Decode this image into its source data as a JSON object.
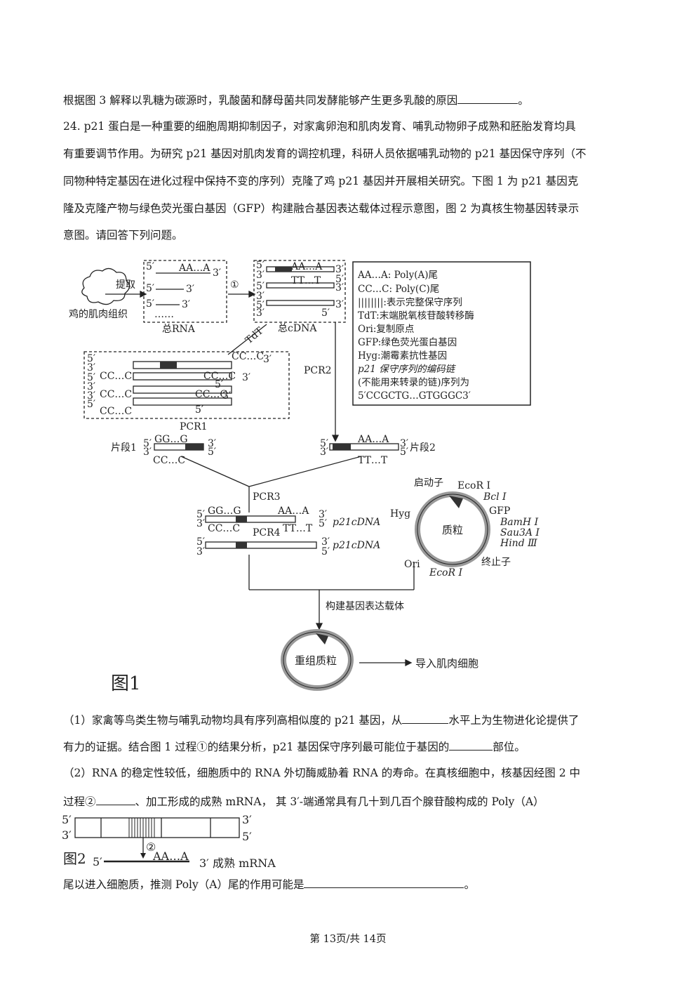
{
  "paragraphs": {
    "p1": "根据图 3 解释以乳糖为碳源时，乳酸菌和酵母菌共同发酵能够产生更多乳酸的原因",
    "p1_end": "。",
    "q24_line1": "24. p21 蛋白是一种重要的细胞周期抑制因子，对家禽卵泡和肌肉发育、哺乳动物卵子成熟和胚胎发育均具",
    "q24_line2": "有重要调节作用。为研究 p21 基因对肌肉发育的调控机理，科研人员依据哺乳动物的 p21 基因保守序列（不",
    "q24_line3": "同物种特定基因在进化过程中保持不变的序列）克隆了鸡 p21 基因并开展相关研究。下图 1 为 p21 基因克",
    "q24_line4": "隆及克隆产物与绿色荧光蛋白基因（GFP）构建融合基因表达载体过程示意图，图 2 为真核生物基因转录示",
    "q24_line5": "意图。请回答下列问题。",
    "s1_line1a": "（1）家禽等鸟类生物与哺乳动物均具有序列高相似度的 p21 基因，从",
    "s1_line1b": "水平上为生物进化论提供了",
    "s1_line2a": "有力的证据。结合图 1 过程①的结果分析，p21 基因保守序列最可能位于基因的",
    "s1_line2b": "部位。",
    "s2_line1": "（2）RNA 的稳定性较低，细胞质中的 RNA 外切酶威胁着 RNA 的寿命。在真核细胞中，核基因经图 2 中",
    "s2_line2a": "过程②",
    "s2_line2b": "、加工形成的成熟 mRNA， 其 3′-端通常具有几十到几百个腺苷酸构成的 Poly（A）",
    "s2_line3a": "尾以进入细胞质，推测 Poly（A）尾的作用可能是",
    "s2_line3b": "。"
  },
  "figure1": {
    "title": "图1",
    "legend": [
      "AA…A: Poly(A)尾",
      "CC…C: Poly(C)尾",
      "||||||||:表示完整保守序列",
      "TdT:末端脱氧核苷酸转移酶",
      "Ori:复制原点",
      "GFP:绿色荧光蛋白基因",
      "Hyg:潮霉素抗性基因",
      "p21 保守序列的编码链",
      "(不能用来转录的链)序列为",
      "5′CCGCTG…GTGGGC3′"
    ],
    "labels": {
      "tissue": "鸡的肌肉组织",
      "extract": "提取",
      "step1": "①",
      "total_rna": "总RNA",
      "total_cdna": "总cDNA",
      "tdt": "TdT",
      "pcr1": "PCR1",
      "pcr2": "PCR2",
      "pcr3": "PCR3",
      "pcr4": "PCR4",
      "fragment1": "片段1",
      "fragment2": "片段2",
      "p21cdna": "p21cDNA",
      "build_vector": "构建基因表达载体",
      "recombinant": "重组质粒",
      "import": "导入肌肉细胞",
      "plasmid": "质粒",
      "promoter": "启动子",
      "terminator": "终止子",
      "hyg": "Hyg",
      "ori": "Ori",
      "gfp": "GFP",
      "ecori": "EcoR Ⅰ",
      "bcli": "Bcl Ⅰ",
      "bamhi": "BamH Ⅰ",
      "sau3ai": "Sau3A Ⅰ",
      "hindiii": "Hind Ⅲ",
      "polyA": "AA…A",
      "polyT": "TT…T",
      "polyC": "CC…C",
      "polyG": "GG…G",
      "dots": "……",
      "five": "5′",
      "three": "3′"
    }
  },
  "figure2": {
    "title": "图2",
    "step2": "②",
    "polyA": "AA…A",
    "mature": "成熟 mRNA",
    "five": "5′",
    "three": "3′"
  },
  "footer": "第 13页/共 14页"
}
